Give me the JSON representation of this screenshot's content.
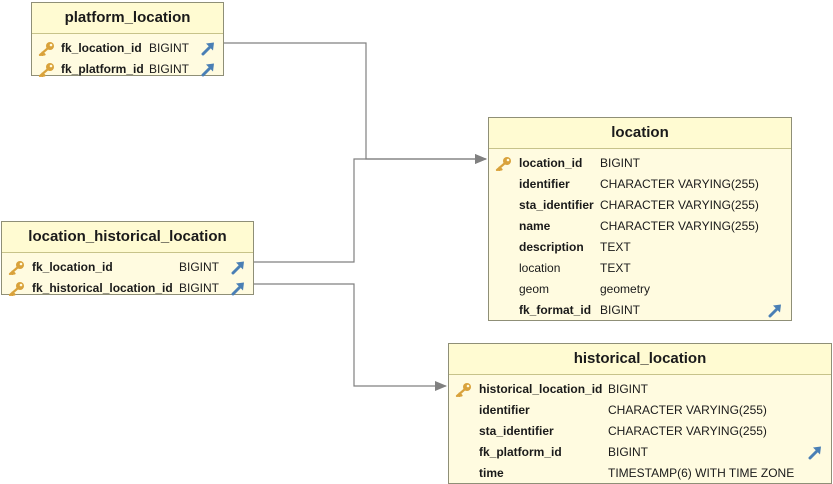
{
  "tables": {
    "platform_location": {
      "title": "platform_location",
      "columns": [
        {
          "name": "fk_location_id",
          "type": "BIGINT",
          "pk": true,
          "fk": true
        },
        {
          "name": "fk_platform_id",
          "type": "BIGINT",
          "pk": true,
          "fk": true
        }
      ]
    },
    "location_historical_location": {
      "title": "location_historical_location",
      "columns": [
        {
          "name": "fk_location_id",
          "type": "BIGINT",
          "pk": true,
          "fk": true
        },
        {
          "name": "fk_historical_location_id",
          "type": "BIGINT",
          "pk": true,
          "fk": true
        }
      ]
    },
    "location": {
      "title": "location",
      "columns": [
        {
          "name": "location_id",
          "type": "BIGINT",
          "pk": true
        },
        {
          "name": "identifier",
          "type": "CHARACTER VARYING(255)"
        },
        {
          "name": "sta_identifier",
          "type": "CHARACTER VARYING(255)"
        },
        {
          "name": "name",
          "type": "CHARACTER VARYING(255)"
        },
        {
          "name": "description",
          "type": "TEXT"
        },
        {
          "name": "location",
          "type": "TEXT"
        },
        {
          "name": "geom",
          "type": "geometry"
        },
        {
          "name": "fk_format_id",
          "type": "BIGINT",
          "fk": true
        }
      ]
    },
    "historical_location": {
      "title": "historical_location",
      "columns": [
        {
          "name": "historical_location_id",
          "type": "BIGINT",
          "pk": true
        },
        {
          "name": "identifier",
          "type": "CHARACTER VARYING(255)"
        },
        {
          "name": "sta_identifier",
          "type": "CHARACTER VARYING(255)"
        },
        {
          "name": "fk_platform_id",
          "type": "BIGINT",
          "fk": true
        },
        {
          "name": "time",
          "type": "TIMESTAMP(6) WITH TIME ZONE"
        }
      ]
    }
  },
  "colors": {
    "entity_fill": "#fffbe0",
    "entity_border": "#8f8f77",
    "key_icon": "#d9a23b",
    "fk_arrow": "#4a7fb5",
    "connector": "#808080"
  },
  "icons": {
    "primary_key": "key-icon",
    "foreign_key": "fk-arrow-icon"
  }
}
